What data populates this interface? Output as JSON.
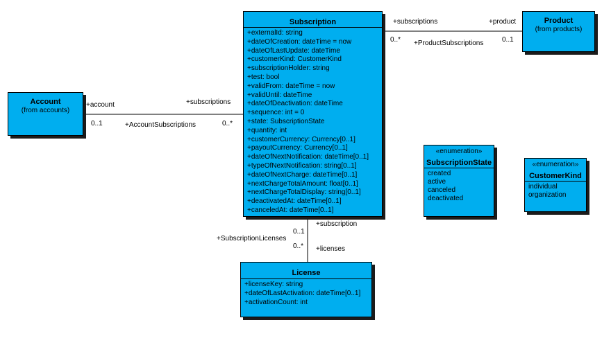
{
  "classes": {
    "subscription": {
      "name": "Subscription",
      "attributes": [
        "+externalId: string",
        "+dateOfCreation: dateTime = now",
        "+dateOfLastUpdate: dateTime",
        "+customerKind: CustomerKind",
        "+subscriptionHolder: string",
        "+test: bool",
        "+validFrom: dateTime = now",
        "+validUntil: dateTime",
        "+dateOfDeactivation: dateTime",
        "+sequence: int = 0",
        "+state: SubscriptionState",
        "+quantity: int",
        "+customerCurrency: Currency[0..1]",
        "+payoutCurrency: Currency[0..1]",
        "+dateOfNextNotification: dateTime[0..1]",
        "+typeOfNextNotification: string[0..1]",
        "+dateOfNextCharge: dateTime[0..1]",
        "+nextChargeTotalAmount: float[0..1]",
        "+nextChargeTotalDisplay: string[0..1]",
        "+deactivatedAt: dateTime[0..1]",
        "+canceledAt: dateTime[0..1]"
      ]
    },
    "account": {
      "name": "Account",
      "subtitle": "(from accounts)"
    },
    "product": {
      "name": "Product",
      "subtitle": "(from products)"
    },
    "license": {
      "name": "License",
      "attributes": [
        "+licenseKey: string",
        "+dateOfLastActivation: dateTime[0..1]",
        "+activationCount: int"
      ]
    },
    "subscription_state": {
      "stereotype": "«enumeration»",
      "name": "SubscriptionState",
      "literals": [
        "created",
        "active",
        "canceled",
        "deactivated"
      ]
    },
    "customer_kind": {
      "stereotype": "«enumeration»",
      "name": "CustomerKind",
      "literals": [
        "individual",
        "organization"
      ]
    }
  },
  "associations": {
    "account_subscription": {
      "name": "+AccountSubscriptions",
      "end_account_role": "+account",
      "end_account_mult": "0..1",
      "end_subscription_role": "+subscriptions",
      "end_subscription_mult": "0..*"
    },
    "product_subscription": {
      "name": "+ProductSubscriptions",
      "end_subscription_role": "+subscriptions",
      "end_subscription_mult": "0..*",
      "end_product_role": "+product",
      "end_product_mult": "0..1"
    },
    "subscription_license": {
      "name": "+SubscriptionLicenses",
      "end_subscription_role": "+subscription",
      "end_subscription_mult": "0..1",
      "end_license_role": "+licenses",
      "end_license_mult": "0..*"
    }
  }
}
